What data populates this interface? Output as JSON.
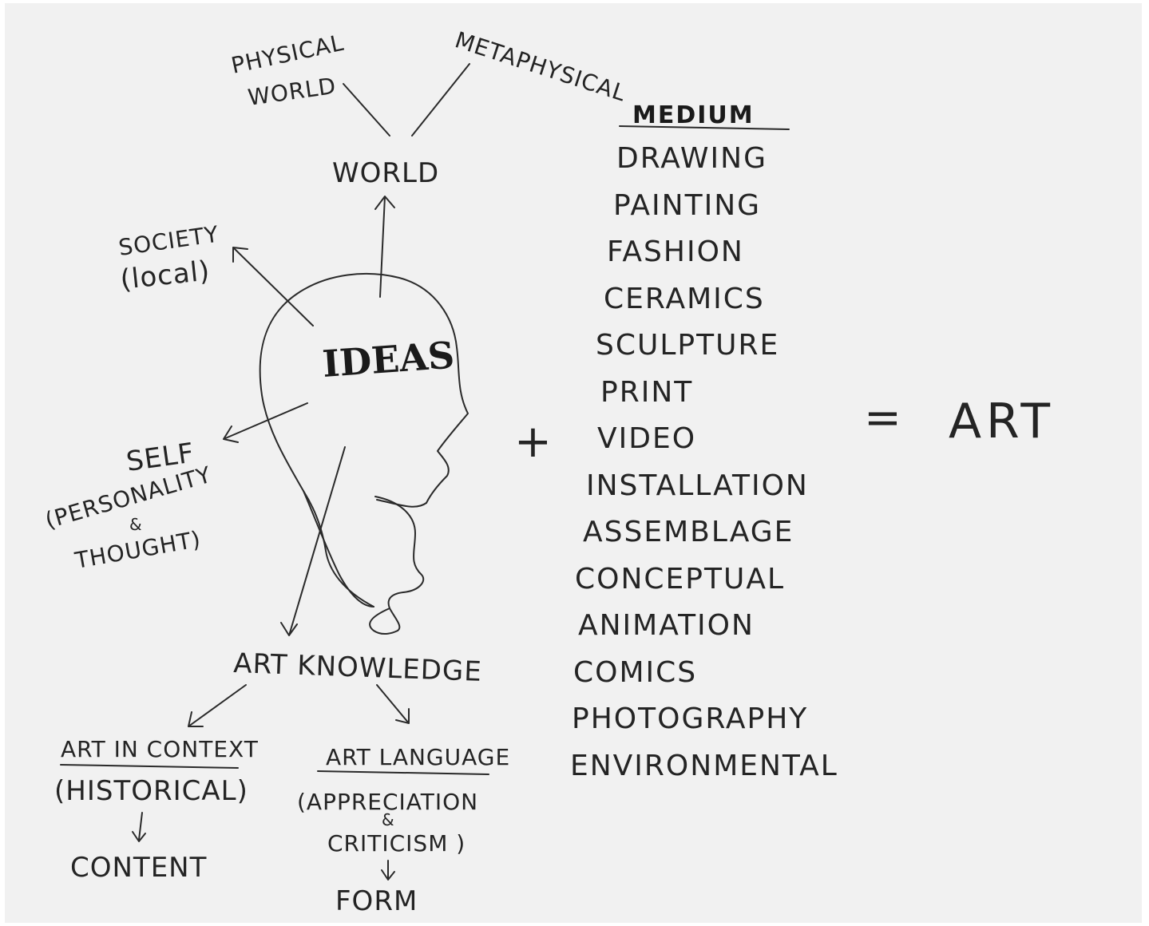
{
  "top": {
    "physical": "PHYSICAL",
    "world_small": "WORLD",
    "metaphysical": "METAPHYSICAL"
  },
  "world": "WORLD",
  "society": {
    "line1": "SOCIETY",
    "line2": "(local)"
  },
  "ideas": "IDEAS",
  "self": {
    "line1": "SELF",
    "line2": "(PERSONALITY",
    "amp": "&",
    "line3": "THOUGHT)"
  },
  "art_knowledge": "ART KNOWLEDGE",
  "art_in_context": {
    "title": "ART IN CONTEXT",
    "sub": "(HISTORICAL)",
    "result": "CONTENT"
  },
  "art_language": {
    "title": "ART LANGUAGE",
    "sub1": "(APPRECIATION",
    "amp": "&",
    "sub2": "CRITICISM )",
    "result": "FORM"
  },
  "medium": {
    "heading": "MEDIUM",
    "items": [
      "DRAWING",
      "PAINTING",
      "FASHION",
      "CERAMICS",
      "SCULPTURE",
      "PRINT",
      "VIDEO",
      "INSTALLATION",
      "ASSEMBLAGE",
      "CONCEPTUAL",
      "ANIMATION",
      "COMICS",
      "PHOTOGRAPHY",
      "ENVIRONMENTAL"
    ]
  },
  "plus": "+",
  "equals": "=",
  "art": "ART"
}
